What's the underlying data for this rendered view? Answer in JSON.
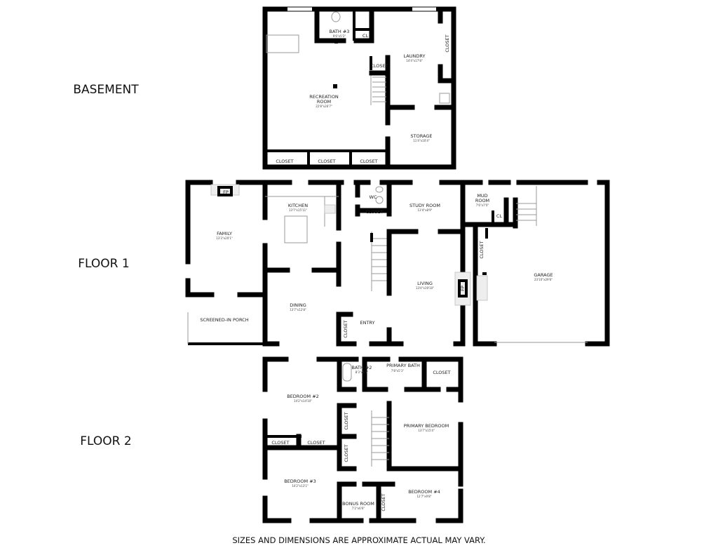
{
  "floors": {
    "basement": {
      "title": "BASEMENT",
      "rooms": {
        "bath3": {
          "name": "BATH #3",
          "dim": "9'6\"x5'2\""
        },
        "cl": {
          "name": "CL"
        },
        "laundry": {
          "name": "LAUNDRY",
          "dim": "14'4\"x17'8\""
        },
        "laundry_closet": {
          "name": "CLOSET"
        },
        "stair_closet": {
          "name": "CLOSET"
        },
        "recreation": {
          "name": "RECREATION",
          "name2": "ROOM",
          "dim": "22'8\"x26'7\""
        },
        "storage": {
          "name": "STORAGE",
          "dim": "11'4\"x10'4\""
        },
        "closet1": {
          "name": "CLOSET"
        },
        "closet2": {
          "name": "CLOSET"
        },
        "closet3": {
          "name": "CLOSET"
        }
      }
    },
    "floor1": {
      "title": "FLOOR 1",
      "rooms": {
        "kitchen": {
          "name": "KITCHEN",
          "dim": "13'7\"x15'11\""
        },
        "family": {
          "name": "FAMILY",
          "dim": "13'3\"x20'1\""
        },
        "fp1": {
          "name": "FP"
        },
        "porch": {
          "name": "SCREENED-IN PORCH"
        },
        "dining": {
          "name": "DINING",
          "dim": "13'7\"x12'8\""
        },
        "wc": {
          "name": "WC"
        },
        "closet_wc": {
          "name": "CLOSET"
        },
        "study": {
          "name": "STUDY ROOM",
          "dim": "13'4\"x8'9\""
        },
        "living": {
          "name": "LIVING",
          "dim": "13'4\"x19'10\""
        },
        "fp2": {
          "name": "FP"
        },
        "entry": {
          "name": "ENTRY"
        },
        "entry_closet": {
          "name": "CLOSET"
        },
        "mud": {
          "name": "MUD",
          "name2": "ROOM",
          "dim": "7'6\"x7'0\""
        },
        "mud_cl": {
          "name": "CL"
        },
        "garage_closet": {
          "name": "CLOSET"
        },
        "garage": {
          "name": "GARAGE",
          "dim": "23'10\"x29'6\""
        }
      }
    },
    "floor2": {
      "title": "FLOOR 2",
      "rooms": {
        "bath2": {
          "name": "BATH #2",
          "dim": "8'3\"x5'1\""
        },
        "primary_bath": {
          "name": "PRIMARY BATH",
          "dim": "7'8\"x5'1\""
        },
        "pb_closet": {
          "name": "CLOSET"
        },
        "bedroom2": {
          "name": "BEDROOM #2",
          "dim": "14'2\"x14'10\""
        },
        "hall_closet1": {
          "name": "CLOSET"
        },
        "hall_closet2": {
          "name": "CLOSET"
        },
        "closet_a": {
          "name": "CLOSET"
        },
        "closet_b": {
          "name": "CLOSET"
        },
        "primary_bedroom": {
          "name": "PRIMARY BEDROOM",
          "dim": "13'7\"x15'4\""
        },
        "bedroom3": {
          "name": "BEDROOM #3",
          "dim": "14'2\"x13'1\""
        },
        "bonus": {
          "name": "BONUS ROOM",
          "dim": "7'2\"x6'6\""
        },
        "b4_closet": {
          "name": "CLOSET"
        },
        "bedroom4": {
          "name": "BEDROOM #4",
          "dim": "12'7\"x9'8\""
        }
      }
    }
  },
  "footer": "SIZES AND DIMENSIONS ARE APPROXIMATE ACTUAL MAY VARY."
}
